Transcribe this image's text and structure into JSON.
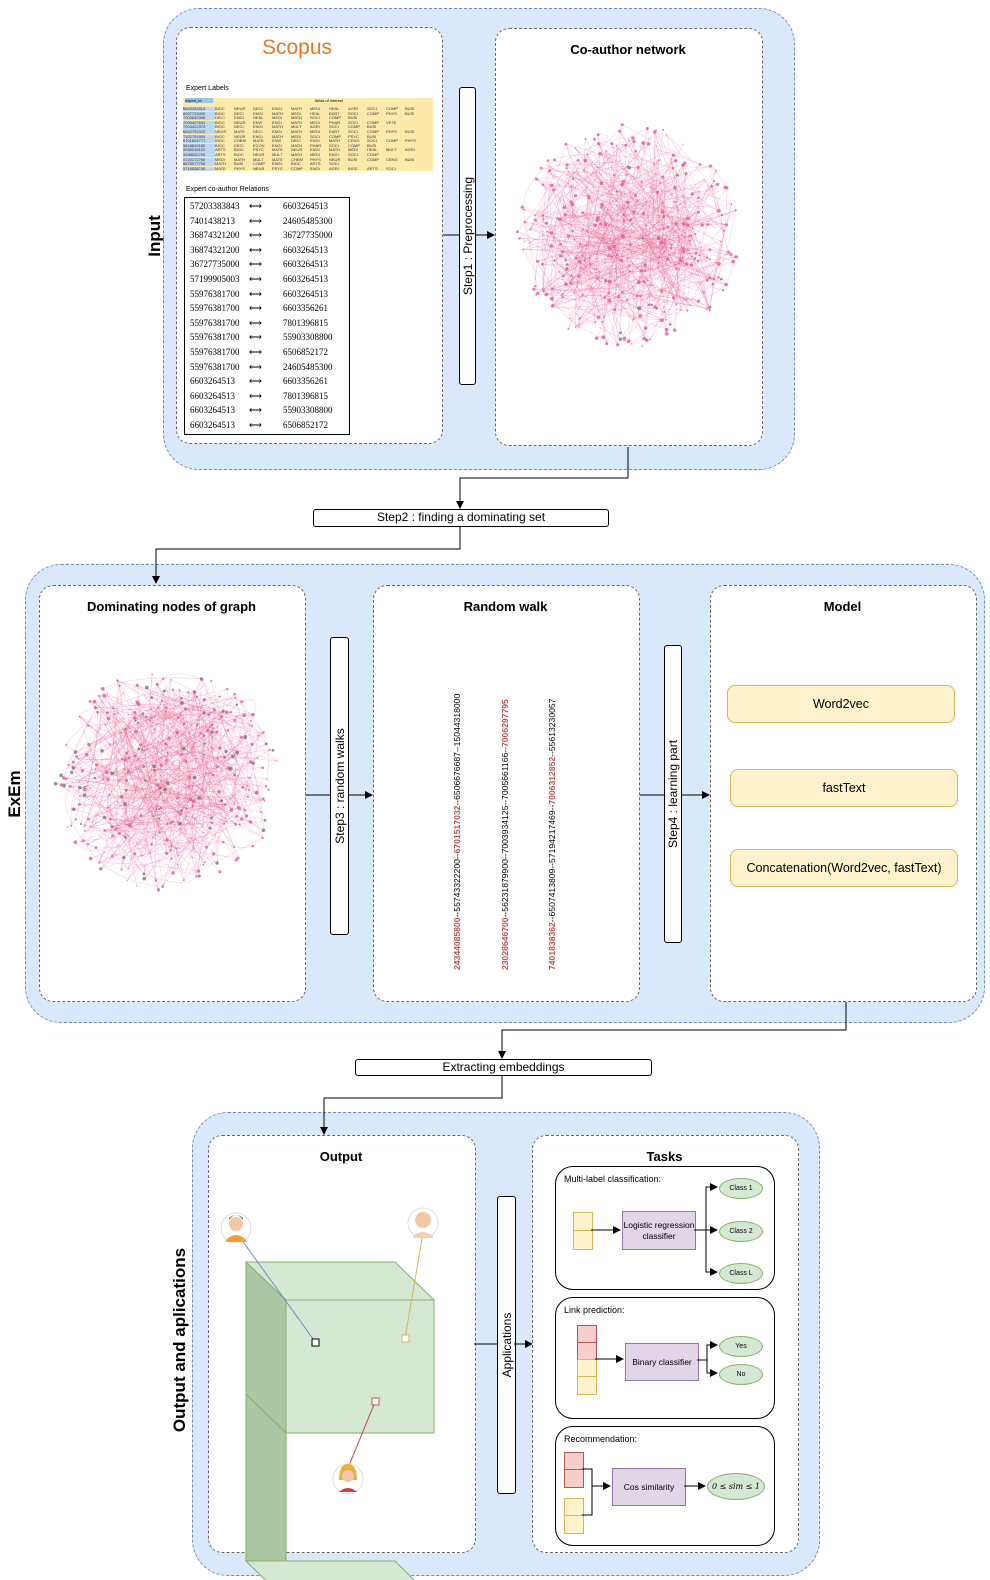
{
  "sections": {
    "input": "Input",
    "exem": "ExEm",
    "output": "Output and aplications"
  },
  "scopus": {
    "logo": "Scopus",
    "expert_labels_title": "Expert Labels",
    "fields_header": "fields of interest",
    "id_header": "expert_id",
    "label_rows": [
      [
        "6603264513",
        "BIOC",
        "NEUR",
        "DECI",
        "ENGI",
        "MATH",
        "MEDI",
        "HEAL",
        "AGRI",
        "SOCI",
        "COMP",
        "BUSI"
      ],
      [
        "8957733400",
        "BIOC",
        "DECI",
        "ENGI",
        "MATH",
        "MEDI",
        "HEAL",
        "EART",
        "SOCI",
        "COMP",
        "PHYS",
        "BUSI"
      ],
      [
        "7003640396",
        "DECI",
        "ENGI",
        "HEAL",
        "MEDI",
        "MATH",
        "SOCI",
        "COMP",
        "BUSI",
        "",
        "",
        ""
      ],
      [
        "7006427631",
        "BIOC",
        "NEUR",
        "ENVI",
        "ENGI",
        "MATH",
        "MEDI",
        "PHAR",
        "SOCI",
        "COMP",
        "VETE",
        ""
      ],
      [
        "7004422370",
        "BIOC",
        "DECI",
        "ENGI",
        "MATH",
        "MULT",
        "AGRI",
        "SOCI",
        "COMP",
        "BUSI",
        "",
        ""
      ],
      [
        "6602792320",
        "NEUR",
        "MATE",
        "DECI",
        "ENGI",
        "MATH",
        "MEDI",
        "EART",
        "SOCI",
        "COMP",
        "PHYS",
        "BUSI"
      ],
      [
        "7102791900",
        "BIOC",
        "NEUR",
        "ENGI",
        "MATH",
        "MEDI",
        "SOCI",
        "COMP",
        "PSYC",
        "BUSI",
        "",
        ""
      ],
      [
        "6701694771",
        "BIOC",
        "CHEM",
        "MATE",
        "ENVI",
        "DECI",
        "ENGI",
        "MATH",
        "CENG",
        "SOCI",
        "COMP",
        "PHYS"
      ],
      [
        "5618815160",
        "BIOC",
        "DECI",
        "ECON",
        "ENGI",
        "MATH",
        "PHAR",
        "SOCI",
        "COMP",
        "BUSI",
        "",
        ""
      ],
      [
        "5598048122",
        "ARTS",
        "BIOC",
        "PSYC",
        "MATE",
        "NEUR",
        "ENGI",
        "MATH",
        "MEDI",
        "HEAL",
        "MULT",
        "AGRI"
      ],
      [
        "5538020793",
        "ARTS",
        "BIOC",
        "NEUR",
        "MULT",
        "MATH",
        "MEDI",
        "ENGI",
        "SOCI",
        "COMP",
        "",
        ""
      ],
      [
        "5720172760",
        "MEDI",
        "MATH",
        "MULT",
        "MATE",
        "CHEM",
        "PHYS",
        "NEUR",
        "BUSI",
        "COMP",
        "CENG",
        "BUSI"
      ],
      [
        "8875077706",
        "MATH",
        "BUSI",
        "COMP",
        "ENGI",
        "BIOC",
        "ARTS",
        "SOCI",
        "",
        "",
        "",
        ""
      ],
      [
        "5719538745",
        "MATE",
        "PHYS",
        "NEUR",
        "PSYC",
        "COMP",
        "ENGI",
        "AGRI",
        "BIOC",
        "ARTS",
        "SOCI",
        ""
      ]
    ],
    "relations_title": "Expert co-author Relations",
    "arrow": "⟷",
    "relations": [
      [
        "57203383843",
        "6603264513"
      ],
      [
        "7401438213",
        "24605485300"
      ],
      [
        "36874321200",
        "36727735000"
      ],
      [
        "36874321200",
        "6603264513"
      ],
      [
        "36727735000",
        "6603264513"
      ],
      [
        "57199905003",
        "6603264513"
      ],
      [
        "55976381700",
        "6603264513"
      ],
      [
        "55976381700",
        "6603356261"
      ],
      [
        "55976381700",
        "7801396815"
      ],
      [
        "55976381700",
        "55903308800"
      ],
      [
        "55976381700",
        "6506852172"
      ],
      [
        "55976381700",
        "24605485300"
      ],
      [
        "6603264513",
        "6603356261"
      ],
      [
        "6603264513",
        "7801396815"
      ],
      [
        "6603264513",
        "55903308800"
      ],
      [
        "6603264513",
        "6506852172"
      ]
    ]
  },
  "coauthor_title": "Co-author network",
  "steps": {
    "step1": "Step1 : Preprocessing",
    "step2": "Step2 : finding a dominating set",
    "step3": "Step3 : random walks",
    "step4": "Step4 : learning part",
    "extract": "Extracting embeddings",
    "applications": "Applications"
  },
  "dominating_title": "Dominating nodes of graph",
  "random_walk": {
    "title": "Random walk",
    "walks": [
      {
        "start": "24344085800",
        "mid1": "--55743322200--",
        "hl": "6701517032",
        "rest": "--6506676687--15044318000"
      },
      {
        "start": "23028646700",
        "mid1": "--56231879900--7003934125--7005661166--",
        "hl": "7006297795",
        "rest": ""
      },
      {
        "start": "7401838362",
        "mid1": "--6507413809--57194217469--",
        "hl": "7006312852",
        "rest": "--55613230057"
      }
    ]
  },
  "model": {
    "title": "Model",
    "items": [
      "Word2vec",
      "fastText",
      "Concatenation(Word2vec, fastText)"
    ]
  },
  "output_title": "Output",
  "tasks": {
    "title": "Tasks",
    "multilabel": {
      "title": "Multi-label classification:",
      "classifier": "Logistic regression classifier",
      "classes": [
        "Class 1",
        "Class 2",
        "Class L"
      ]
    },
    "link": {
      "title": "Link prediction:",
      "classifier": "Binary classifier",
      "outcomes": [
        "Yes",
        "No"
      ]
    },
    "recommendation": {
      "title": "Recommendation:",
      "classifier": "Cos similarity",
      "range": "0 ≤ sim ≤ 1"
    }
  },
  "colors": {
    "group_fill": "#dae8fc",
    "group_border": "#6c8ebf",
    "network_pink": "#e75a8c",
    "model_fill": "#fff2cc",
    "walk_highlight": "#b85450",
    "cube_fill": "#d5e8d4",
    "classifier_fill": "#e1d5e7"
  }
}
